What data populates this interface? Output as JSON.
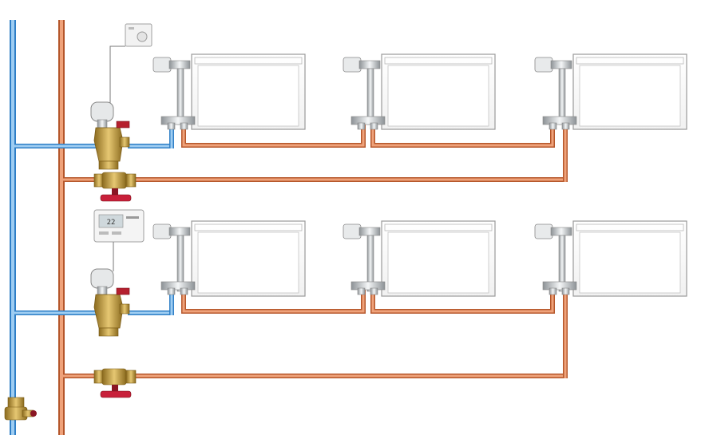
{
  "diagram": {
    "thermostat_display": "22",
    "colors": {
      "supply_pipe": "#7fb6e6",
      "supply_pipe_edge": "#2f7fc6",
      "return_pipe": "#e0895a",
      "return_pipe_edge": "#b5562a",
      "brass": "#c9a24a",
      "valve_handle": "#c8203a",
      "radiator_outline": "#9a9a9a",
      "chrome": "#cfd3d6"
    },
    "floors": [
      {
        "radiators": 3,
        "controller": "room-thermostat"
      },
      {
        "radiators": 3,
        "controller": "digital-thermostat"
      }
    ]
  }
}
